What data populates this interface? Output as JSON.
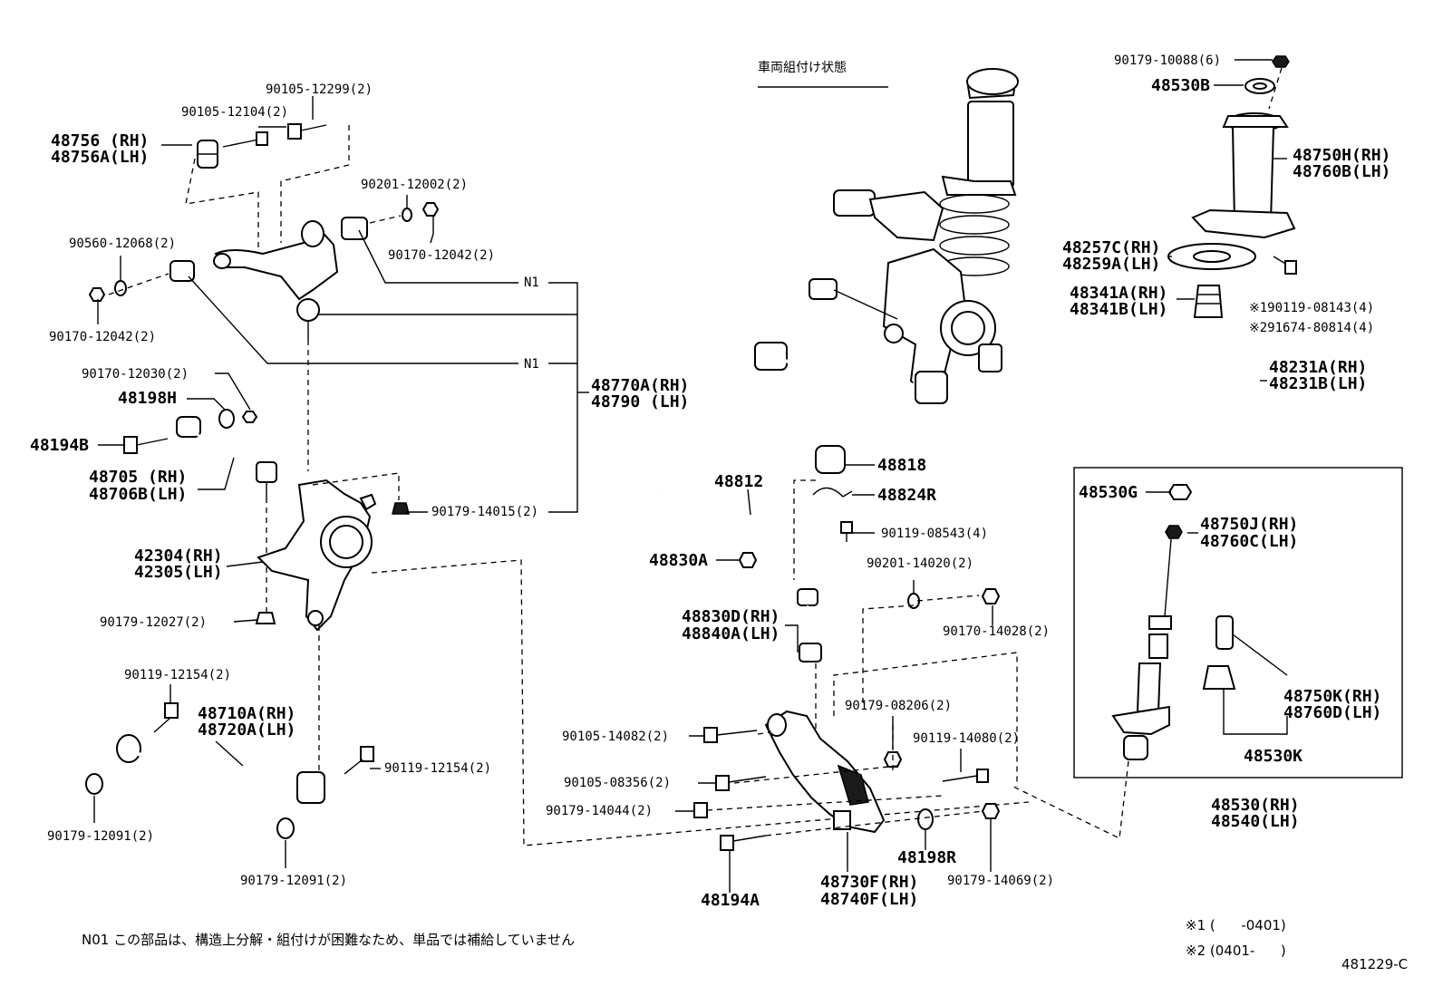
{
  "labels": {
    "assembled_state": "車両組付け状態",
    "p90105_12299": "90105-12299(2)",
    "p90105_12104": "90105-12104(2)",
    "p48756": "48756 (RH)",
    "p48756A": "48756A(LH)",
    "p90201_12002": "90201-12002(2)",
    "p90560_12068": "90560-12068(2)",
    "p90170_12042_top": "90170-12042(2)",
    "n1_top": "N1",
    "p90170_12042_left": "90170-12042(2)",
    "n1_mid": "N1",
    "p90170_12030": "90170-12030(2)",
    "p48198H": "48198H",
    "p48770A": "48770A(RH)",
    "p48790": "48790 (LH)",
    "p48194B": "48194B",
    "p48705": "48705 (RH)",
    "p48706B": "48706B(LH)",
    "p90179_14015": "90179-14015(2)",
    "p42304": "42304(RH)",
    "p42305": "42305(LH)",
    "p90179_12027": "90179-12027(2)",
    "p90119_12154_a": "90119-12154(2)",
    "p48710A": "48710A(RH)",
    "p48720A": "48720A(LH)",
    "p90119_12154_b": "90119-12154(2)",
    "p90179_12091_a": "90179-12091(2)",
    "p90179_12091_b": "90179-12091(2)",
    "p90179_10088": "90179-10088(6)",
    "p48530B": "48530B",
    "p48750H": "48750H(RH)",
    "p48760B": "48760B(LH)",
    "p48257C": "48257C(RH)",
    "p48259A": "48259A(LH)",
    "p48341A": "48341A(RH)",
    "p48341B": "48341B(LH)",
    "p90119_08143": "※190119-08143(4)",
    "p91674_80814": "※291674-80814(4)",
    "p48231A": "48231A(RH)",
    "p48231B": "48231B(LH)",
    "p48818": "48818",
    "p48812": "48812",
    "p48824R": "48824R",
    "p48530G": "48530G",
    "p48750J": "48750J(RH)",
    "p48760C": "48760C(LH)",
    "p90119_08543": "90119-08543(4)",
    "p48830A": "48830A",
    "p90201_14020": "90201-14020(2)",
    "p48830D": "48830D(RH)",
    "p48840A": "48840A(LH)",
    "p90170_14028": "90170-14028(2)",
    "p48750K": "48750K(RH)",
    "p48760D": "48760D(LH)",
    "p90179_08206": "90179-08206(2)",
    "p90105_14082": "90105-14082(2)",
    "p90119_14080": "90119-14080(2)",
    "p48530K": "48530K",
    "p90105_08356": "90105-08356(2)",
    "p90179_14044": "90179-14044(2)",
    "p48530": "48530(RH)",
    "p48540": "48540(LH)",
    "p48198R": "48198R",
    "p48730F": "48730F(RH)",
    "p48740F": "48740F(LH)",
    "p90179_14069": "90179-14069(2)",
    "p48194A": "48194A"
  },
  "footer": {
    "n1_note": "N01 この部品は、構造上分解・組付けが困難なため、単品では補給していません",
    "note1": "※1 (      -0401)",
    "note2": "※2 (0401-      )",
    "diagram_id": "481229-C"
  }
}
